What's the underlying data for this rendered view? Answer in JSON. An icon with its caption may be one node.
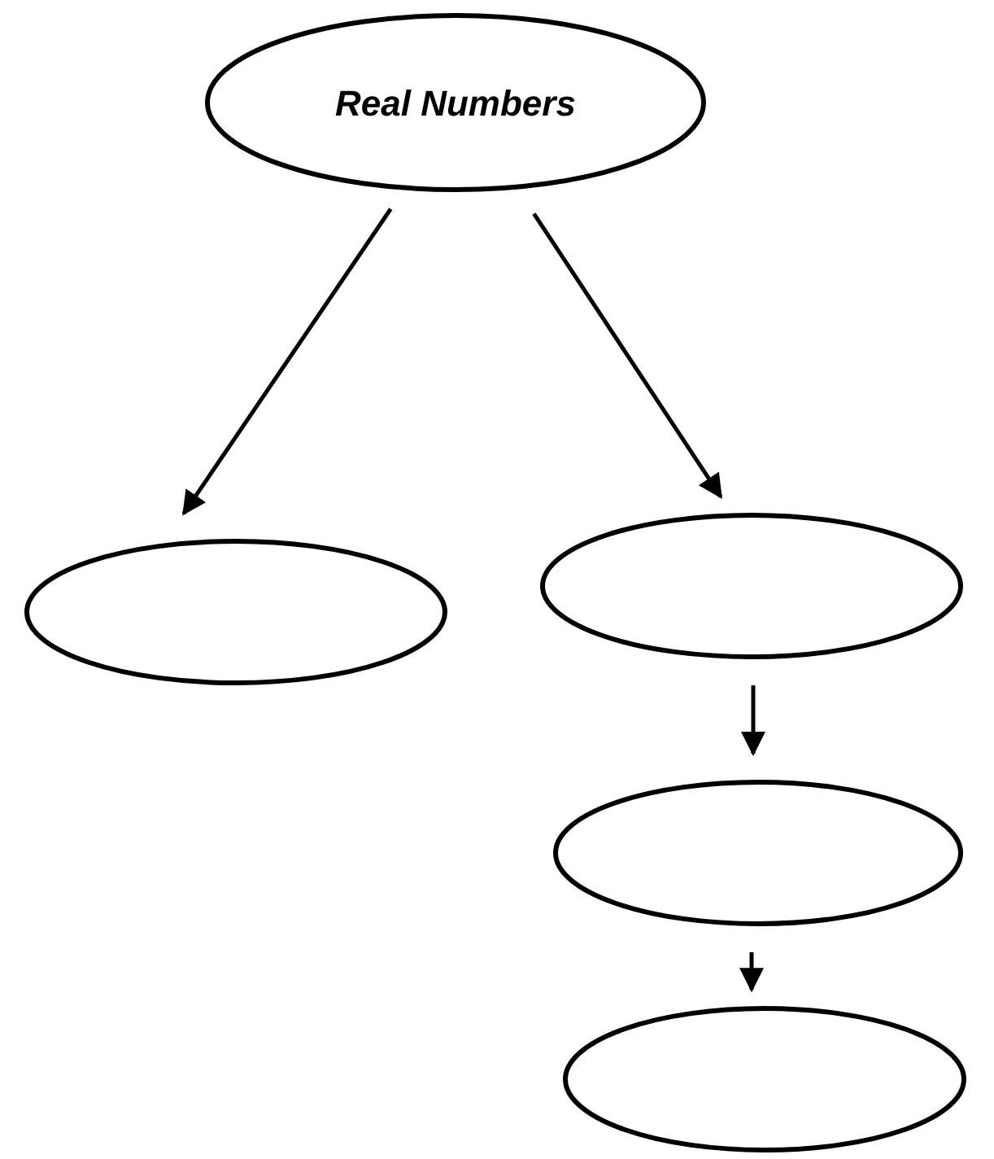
{
  "diagram": {
    "nodes": [
      {
        "text": [
          "Real Numbers"
        ]
      },
      {
        "text": [],
        "shape": "ellipse"
      },
      {
        "text": [],
        "shape": "ellipse"
      },
      {
        "text": [],
        "shape": "ellipse"
      },
      {
        "text": [],
        "shape": "ellipse"
      }
    ],
    "edges": [
      {
        "from": 0,
        "to": 1,
        "arrow": "to"
      },
      {
        "from": 0,
        "to": 2,
        "arrow": "to"
      },
      {
        "from": 2,
        "to": 3,
        "arrow": "to"
      },
      {
        "from": 3,
        "to": 4,
        "arrow": "to"
      }
    ]
  }
}
